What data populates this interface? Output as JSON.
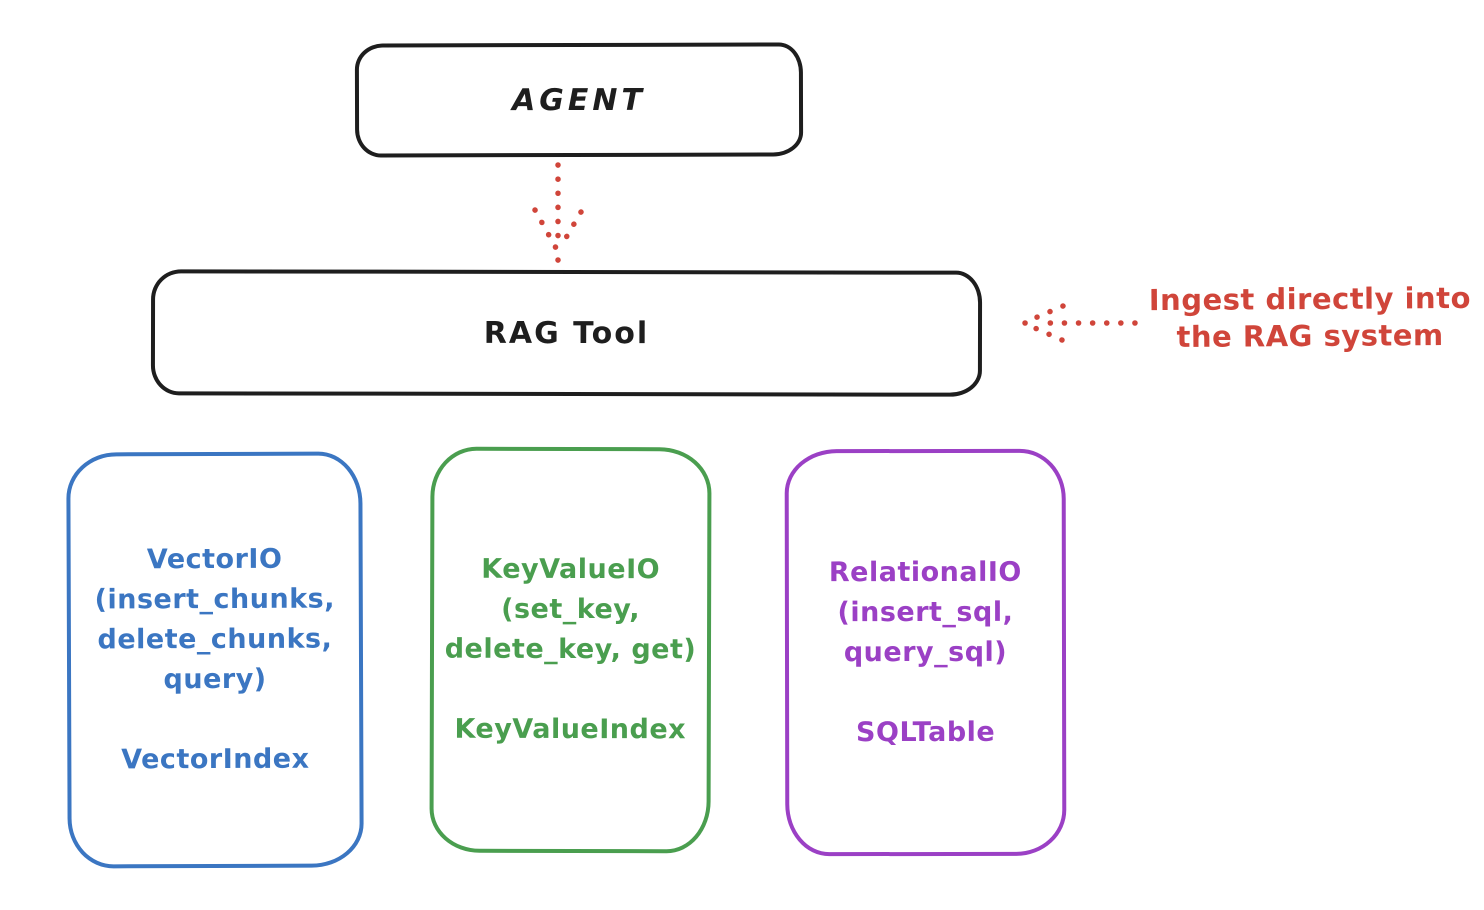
{
  "diagram": {
    "title_hint": "RAG Tool architecture sketch",
    "colors": {
      "stroke_black": "#1e1e1e",
      "accent_red": "#d0453a",
      "accent_blue": "#3b76c2",
      "accent_green": "#4a9e4f",
      "accent_purple": "#9b40c5",
      "background": "#ffffff"
    },
    "agent_box": {
      "label": "AGENT"
    },
    "rag_box": {
      "label": "RAG Tool"
    },
    "annotation": {
      "text": "Ingest directly into\nthe RAG system"
    },
    "arrows": [
      {
        "name": "agent-to-rag",
        "style": "dotted",
        "direction": "down"
      },
      {
        "name": "annotation-to-rag",
        "style": "dotted",
        "direction": "left"
      }
    ],
    "providers": [
      {
        "id": "vector-io",
        "color": "#3b76c2",
        "text": "VectorIO\n(insert_chunks,\ndelete_chunks,\nquery)\n\nVectorIndex"
      },
      {
        "id": "keyvalue-io",
        "color": "#4a9e4f",
        "text": "KeyValueIO\n(set_key,\ndelete_key, get)\n\nKeyValueIndex"
      },
      {
        "id": "relational-io",
        "color": "#9b40c5",
        "text": "RelationalIO\n(insert_sql,\nquery_sql)\n\nSQLTable"
      }
    ]
  }
}
